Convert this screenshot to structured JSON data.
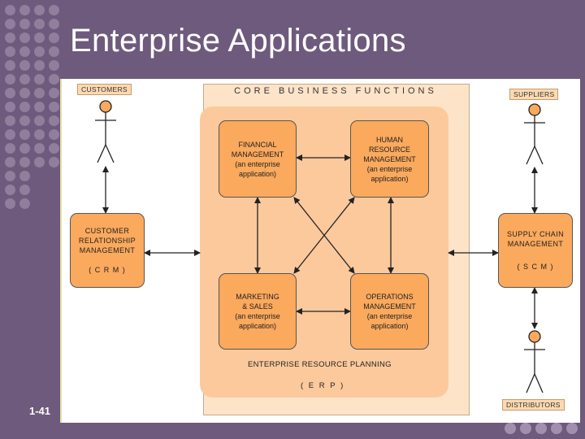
{
  "slide": {
    "title": "Enterprise Applications",
    "number": "1-41"
  },
  "diagram": {
    "core_title": "CORE BUSINESS FUNCTIONS",
    "erp_label": "ENTERPRISE RESOURCE PLANNING",
    "erp_abbr": "( E R P )",
    "actors": {
      "customers": "CUSTOMERS",
      "suppliers": "SUPPLIERS",
      "distributors": "DISTRIBUTORS"
    },
    "crm": {
      "label": "CUSTOMER\nRELATIONSHIP\nMANAGEMENT",
      "abbr": "( C R M )"
    },
    "scm": {
      "label": "SUPPLY CHAIN\nMANAGEMENT",
      "abbr": "( S C M )"
    },
    "financial": "FINANCIAL\nMANAGEMENT\n(an enterprise\napplication)",
    "human_resource": "HUMAN\nRESOURCE\nMANAGEMENT\n(an enterprise\napplication)",
    "marketing": "MARKETING\n& SALES\n(an enterprise\napplication)",
    "operations": "OPERATIONS\nMANAGEMENT\n(an enterprise\napplication)"
  },
  "colors": {
    "background": "#6d5a7c",
    "box_fill": "#fba95d",
    "erp_fill": "#fcc99c",
    "core_fill": "#fde3c8"
  }
}
